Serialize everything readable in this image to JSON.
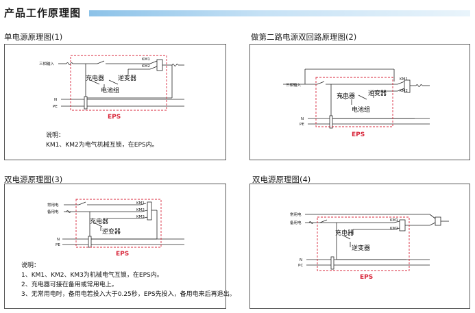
{
  "header": {
    "title": "产品工作原理图"
  },
  "panels": [
    {
      "title": "单电源原理图(1)",
      "input_label": "三相输入",
      "charger": "充电器",
      "inverter": "逆变器",
      "battery": "电池组",
      "switches": [
        "KM1",
        "KM2"
      ],
      "lines": [
        "N",
        "PE"
      ],
      "box_label": "EPS",
      "notes": [
        "说明：",
        "KM1、KM2为电气机械互锁，在EPS内。"
      ]
    },
    {
      "title": "做第二路电源双回路原理图(2)",
      "input_label": "三相输入",
      "charger": "充电器",
      "inverter": "逆变器",
      "battery": "电池组",
      "switches": [
        "KM1",
        "KM2"
      ],
      "lines": [
        "N",
        "PE"
      ],
      "box_label": "EPS"
    },
    {
      "title": "双电源原理图(3)",
      "inputs": [
        "常用电",
        "备用电"
      ],
      "charger": "充电器",
      "inverter": "逆变器",
      "switches": [
        "KM1",
        "KM2",
        "KM3"
      ],
      "lines": [
        "N",
        "PE"
      ],
      "box_label": "EPS",
      "notes": [
        "说明：",
        "1、KM1、KM2、KM3为机械电气互锁，在EPS内。",
        "2、充电器可接在备用或常用电上。",
        "3、无常用电时，备用电若投入大于0.25秒，EPS先投入，备用电来后再退出。"
      ]
    },
    {
      "title": "双电源原理图(4)",
      "inputs": [
        "常用电",
        "备用电"
      ],
      "charger": "充电器",
      "inverter": "逆变器",
      "switches": [
        "KM1",
        "KM2"
      ],
      "lines": [
        "N",
        "PC"
      ],
      "box_label": "EPS"
    }
  ],
  "colors": {
    "eps_border": "#d8263a",
    "header_bar": "#8cc2e8"
  }
}
